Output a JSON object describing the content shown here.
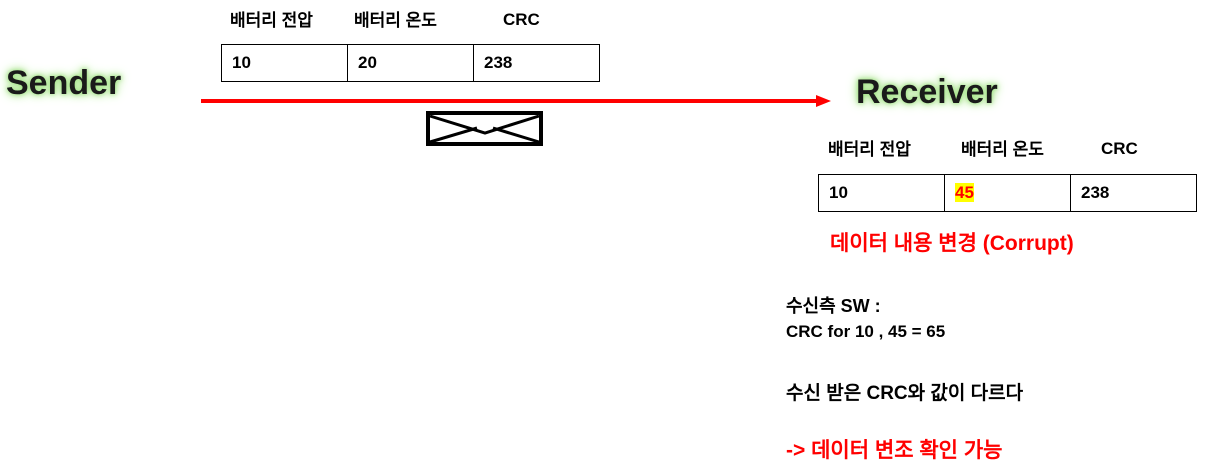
{
  "sender": {
    "label": "Sender",
    "headers": [
      "배터리 전압",
      "배터리 온도",
      "CRC"
    ],
    "values": [
      "10",
      "20",
      "238"
    ]
  },
  "receiver": {
    "label": "Receiver",
    "headers": [
      "배터리 전압",
      "배터리 온도",
      "CRC"
    ],
    "values": [
      "10",
      "45",
      "238"
    ],
    "corrupted_index": 1
  },
  "notes": {
    "corrupt": "데이터 내용 변경 (Corrupt)",
    "sw_title": "수신측 SW :",
    "sw_calc": "CRC for 10 , 45 = 65",
    "mismatch": "수신 받은 CRC와 값이 다르다",
    "conclusion": "-> 데이터 변조 확인 가능"
  },
  "colors": {
    "arrow": "#ff0000",
    "alert_text": "#ff0000",
    "highlight_bg": "#ffff00",
    "label_glow": "#9be07d"
  },
  "icons": {
    "message": "envelope-icon"
  }
}
